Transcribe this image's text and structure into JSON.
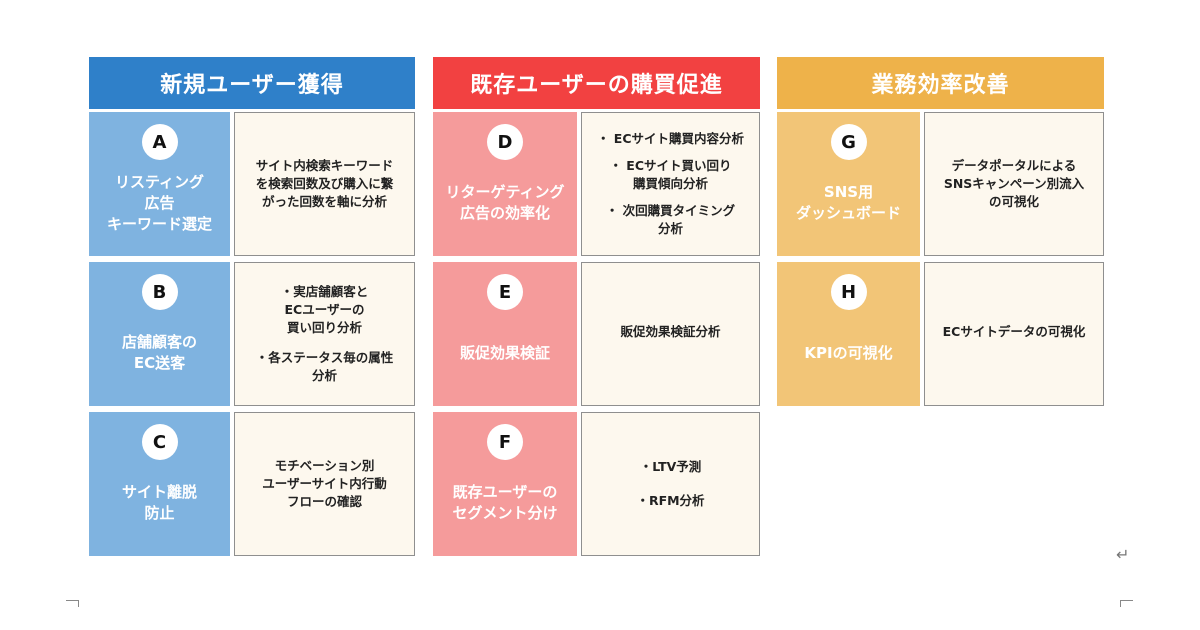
{
  "columns": [
    {
      "title": "新規ユーザー獲得",
      "colors": {
        "header": "#2f80c9",
        "label": "#7fb3e0"
      },
      "items": [
        {
          "letter": "A",
          "label": "リスティング\n広告\nキーワード選定",
          "details": [
            "サイト内検索キーワード\nを検索回数及び購入に繋\nがった回数を軸に分析"
          ]
        },
        {
          "letter": "B",
          "label": "店舗顧客の\nEC送客",
          "details": [
            "・実店舗顧客と\nECユーザーの\n買い回り分析",
            "・各ステータス毎の属性\n分析"
          ]
        },
        {
          "letter": "C",
          "label": "サイト離脱\n防止",
          "details": [
            "モチベーション別\nユーザーサイト内行動\nフローの確認"
          ]
        }
      ]
    },
    {
      "title": "既存ユーザーの購買促進",
      "colors": {
        "header": "#f24141",
        "label": "#f59b9b"
      },
      "items": [
        {
          "letter": "D",
          "label": "リターゲティング\n広告の効率化",
          "details": [
            "・ ECサイト購買内容分析",
            "・ ECサイト買い回り\n購買傾向分析",
            "・ 次回購買タイミング\n分析"
          ]
        },
        {
          "letter": "E",
          "label": "販促効果検証",
          "details": [
            "販促効果検証分析"
          ]
        },
        {
          "letter": "F",
          "label": "既存ユーザーの\nセグメント分け",
          "details": [
            "・LTV予測",
            "・RFM分析"
          ]
        }
      ]
    },
    {
      "title": "業務効率改善",
      "colors": {
        "header": "#eeb24a",
        "label": "#f2c577"
      },
      "items": [
        {
          "letter": "G",
          "label": "SNS用\nダッシュボード",
          "details": [
            "データポータルによる\nSNSキャンペーン別流入\nの可視化"
          ]
        },
        {
          "letter": "H",
          "label": "KPIの可視化",
          "details": [
            "ECサイトデータの可視化"
          ]
        }
      ]
    }
  ],
  "symbols": {
    "return": "↵"
  }
}
